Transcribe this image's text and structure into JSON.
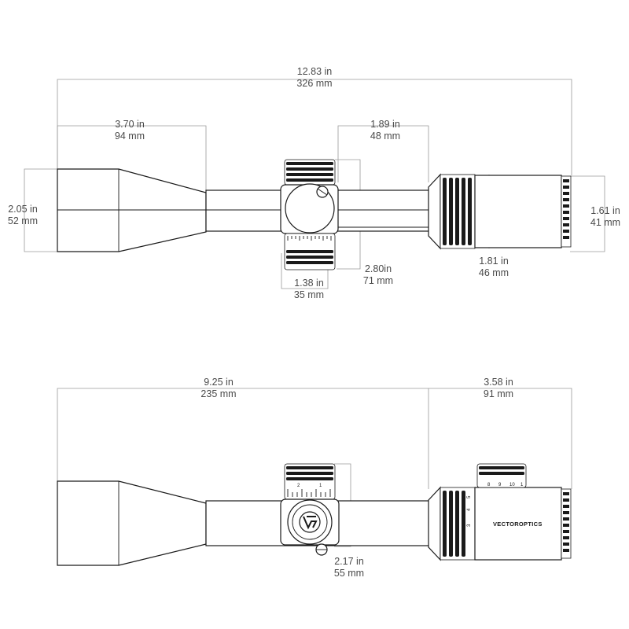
{
  "top_view": {
    "dims": {
      "overall_length": {
        "imperial": "12.83 in",
        "metric": "326 mm"
      },
      "objective_bell_length": {
        "imperial": "3.70 in",
        "metric": "94 mm"
      },
      "eyepiece_length": {
        "imperial": "1.89 in",
        "metric": "48 mm"
      },
      "objective_diameter": {
        "imperial": "2.05 in",
        "metric": "52 mm"
      },
      "eyepiece_diameter": {
        "imperial": "1.61 in",
        "metric": "41 mm"
      },
      "magnification_ring_length": {
        "imperial": "1.81 in",
        "metric": "46 mm"
      },
      "turret_height": {
        "imperial": "2.80in",
        "metric": "71 mm"
      },
      "turret_width": {
        "imperial": "1.38 in",
        "metric": "35 mm"
      }
    }
  },
  "side_view": {
    "dims": {
      "mount_to_objective": {
        "imperial": "9.25 in",
        "metric": "235 mm"
      },
      "eye_relief_section": {
        "imperial": "3.58 in",
        "metric": "91 mm"
      },
      "saddle_height": {
        "imperial": "2.17 in",
        "metric": "55 mm"
      }
    },
    "brand_text": "VECTOROPTICS",
    "turret_scale": [
      "2",
      "1"
    ],
    "power_scale": [
      "8",
      "9",
      "10",
      "1"
    ],
    "side_marks": [
      "3",
      "4",
      "5"
    ]
  }
}
